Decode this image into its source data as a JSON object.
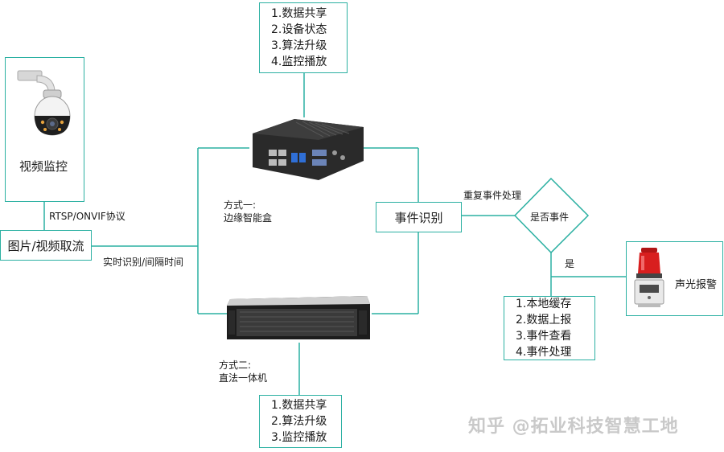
{
  "camera_box": {
    "caption": "视频监控"
  },
  "stream_box": {
    "label": "图片/视频取流"
  },
  "protocol_label": "RTSP/ONVIF协议",
  "realtime_label": "实时识别/间隔时间",
  "edge_box": {
    "mode_title": "方式一:",
    "mode_name": "边缘智能盒",
    "functions": [
      "1.数据共享",
      "2.设备状态",
      "3.算法升级",
      "4.监控播放"
    ]
  },
  "server_box": {
    "mode_title": "方式二:",
    "mode_name": "直法一体机",
    "functions": [
      "1.数据共享",
      "2.算法升级",
      "3.监控播放"
    ]
  },
  "event_box": {
    "label": "事件识别"
  },
  "repeat_label": "重复事件处理",
  "decision": {
    "question": "是否事件",
    "yes_label": "是"
  },
  "event_actions": [
    "1.本地缓存",
    "2.数据上报",
    "3.事件查看",
    "4.事件处理"
  ],
  "alarm": {
    "caption": "声光报警"
  },
  "watermark": "知乎 @拓业科技智慧工地",
  "colors": {
    "connector": "#2bb0a2",
    "box_border": "#2bb0a2",
    "alarm_red": "#d81e1e"
  }
}
